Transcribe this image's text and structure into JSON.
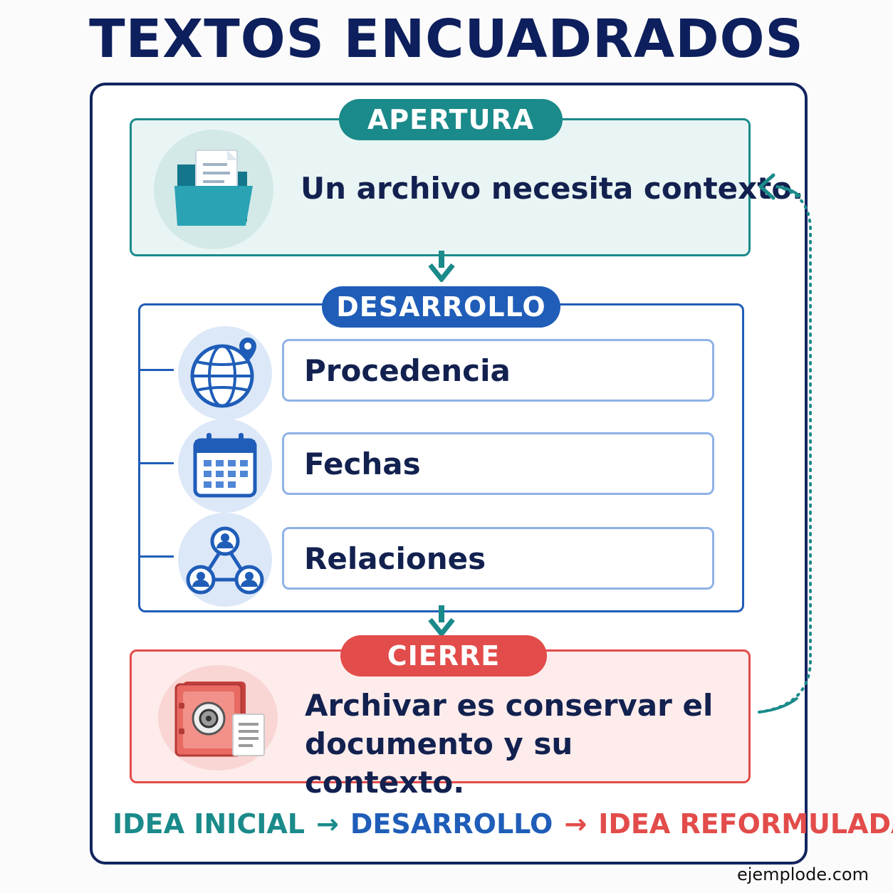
{
  "title": "TEXTOS ENCUADRADOS",
  "sections": {
    "apertura": {
      "label": "APERTURA",
      "text": "Un archivo necesita contexto.",
      "icon": "folder-document-icon",
      "color": "#1b8a8a"
    },
    "desarrollo": {
      "label": "DESARROLLO",
      "color": "#1f5db8",
      "items": [
        {
          "label": "Procedencia",
          "icon": "globe-location-icon"
        },
        {
          "label": "Fechas",
          "icon": "calendar-icon"
        },
        {
          "label": "Relaciones",
          "icon": "people-network-icon"
        }
      ]
    },
    "cierre": {
      "label": "CIERRE",
      "text_line1": "Archivar es conservar el",
      "text_line2": "documento y su contexto.",
      "icon": "safe-document-icon",
      "color": "#e24c4a"
    }
  },
  "legend": {
    "step1": "IDEA INICIAL",
    "arrow1": "→",
    "step2": "DESARROLLO",
    "arrow2": "→",
    "step3": "IDEA REFORMULADA"
  },
  "brand": "ejemplode.com"
}
